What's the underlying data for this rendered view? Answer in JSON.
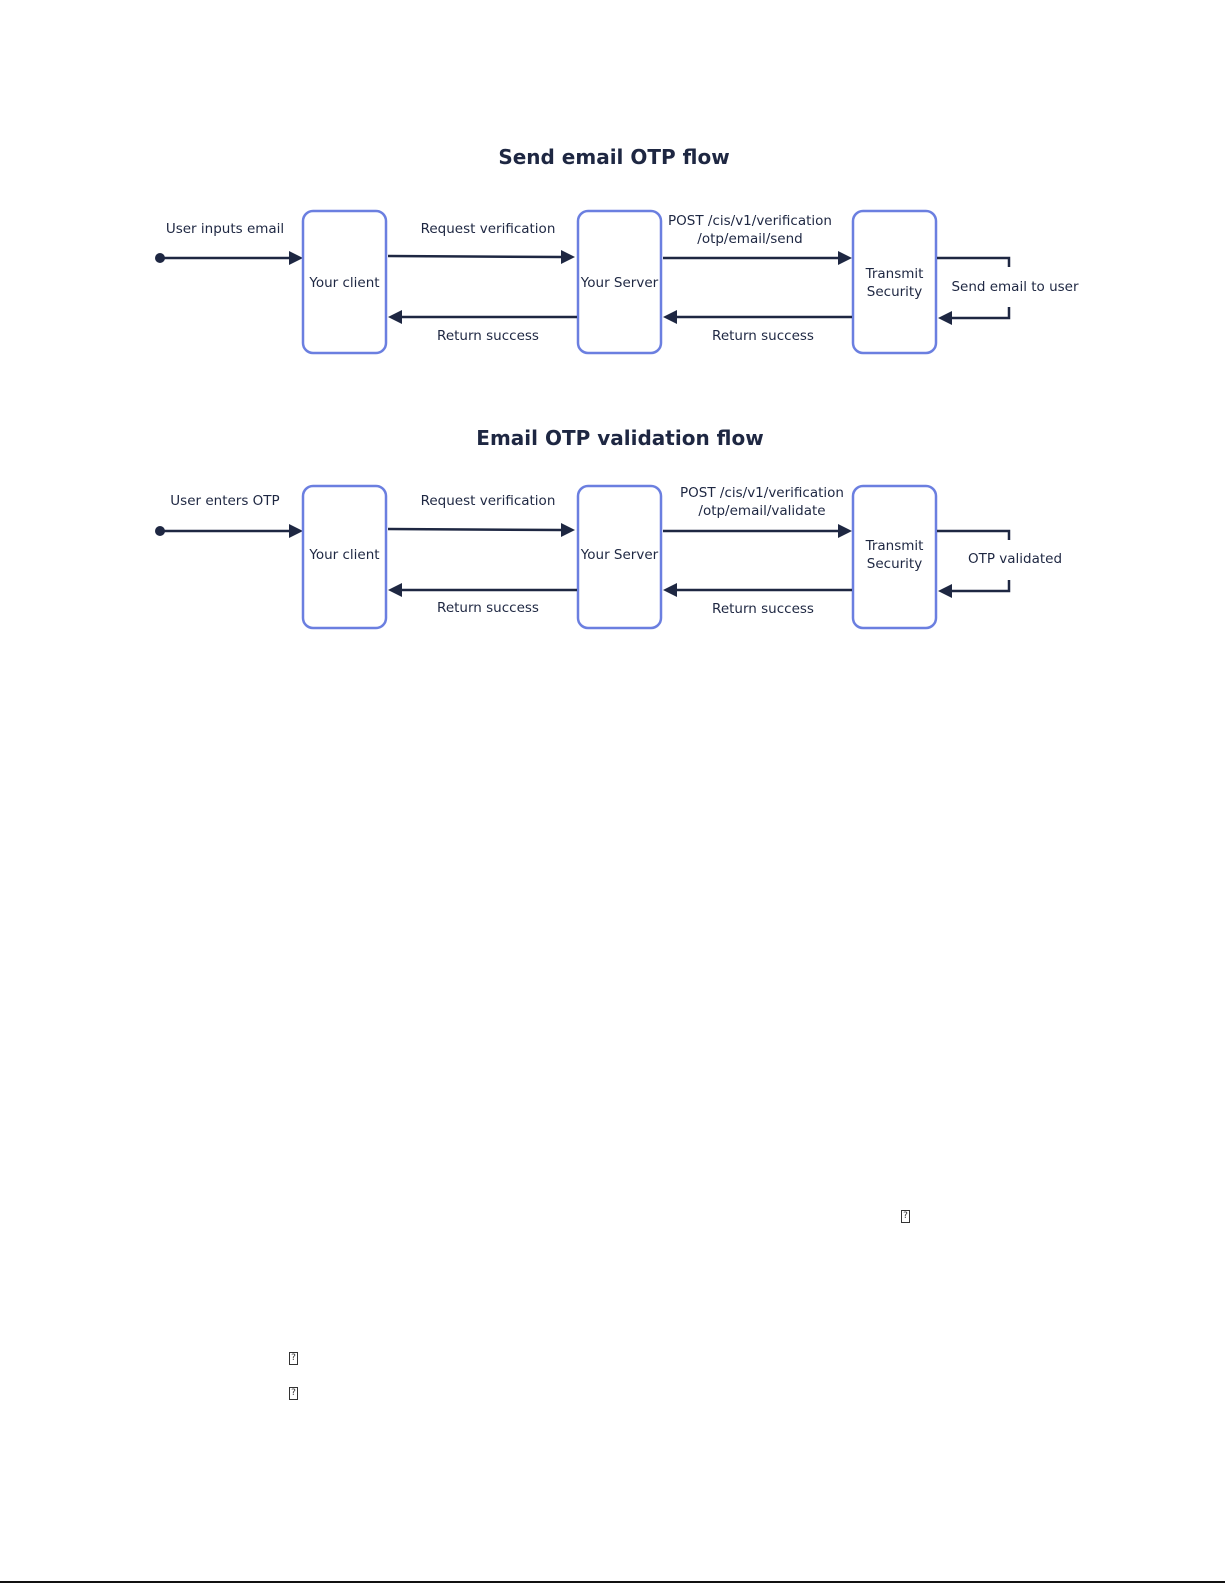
{
  "flows": [
    {
      "title": "Send email OTP flow",
      "input_label": "User inputs email",
      "client_label": "Your client",
      "server_label": "Your Server",
      "provider_label_line1": "Transmit",
      "provider_label_line2": "Security",
      "request_label": "Request verification",
      "api_line1": "POST /cis/v1/verification",
      "api_line2": "/otp/email/send",
      "return_client_label": "Return success",
      "return_server_label": "Return success",
      "loop_label": "Send email to user"
    },
    {
      "title": "Email OTP validation flow",
      "input_label": "User enters OTP",
      "client_label": "Your client",
      "server_label": "Your Server",
      "provider_label_line1": "Transmit",
      "provider_label_line2": "Security",
      "request_label": "Request verification",
      "api_line1": "POST /cis/v1/verification",
      "api_line2": "/otp/email/validate",
      "return_client_label": "Return success",
      "return_server_label": "Return success",
      "loop_label": "OTP validated"
    }
  ],
  "colors": {
    "box_stroke": "#6b7fe0",
    "line": "#1e2742",
    "text": "#1e2742"
  },
  "glyph_icons": [
    "missing-glyph-icon",
    "missing-glyph-icon",
    "missing-glyph-icon"
  ]
}
